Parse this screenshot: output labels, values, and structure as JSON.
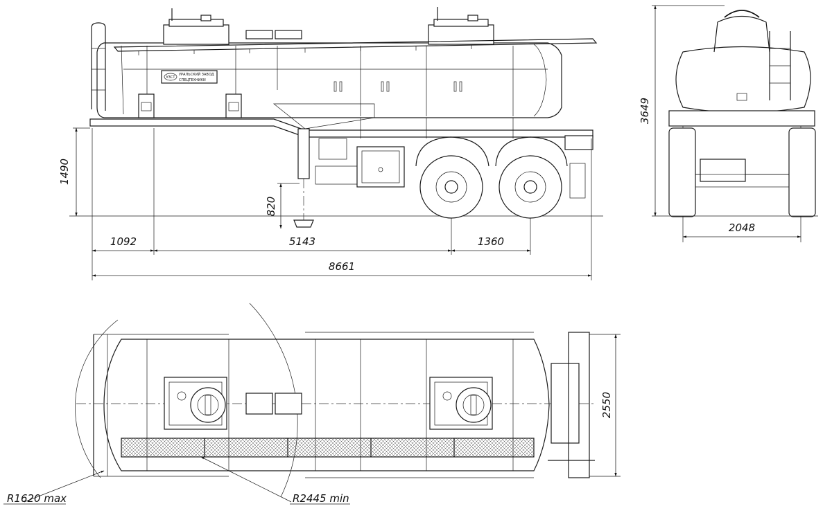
{
  "drawing": {
    "logo": {
      "mark": "УЗСТ",
      "line1": "УРАЛЬСКИЙ ЗАВОД",
      "line2": "СПЕЦТЕХНИКИ"
    },
    "dimensions": {
      "rear_overhang": "1092",
      "wheelbase": "5143",
      "axle_spacing": "1360",
      "overall_length": "8661",
      "frame_height": "1490",
      "support_height": "820",
      "overall_height": "3649",
      "overall_width_rear": "2048",
      "overall_width_top": "2550",
      "turning_radius_max": "R1620 max",
      "turning_radius_min": "R2445 min"
    }
  }
}
